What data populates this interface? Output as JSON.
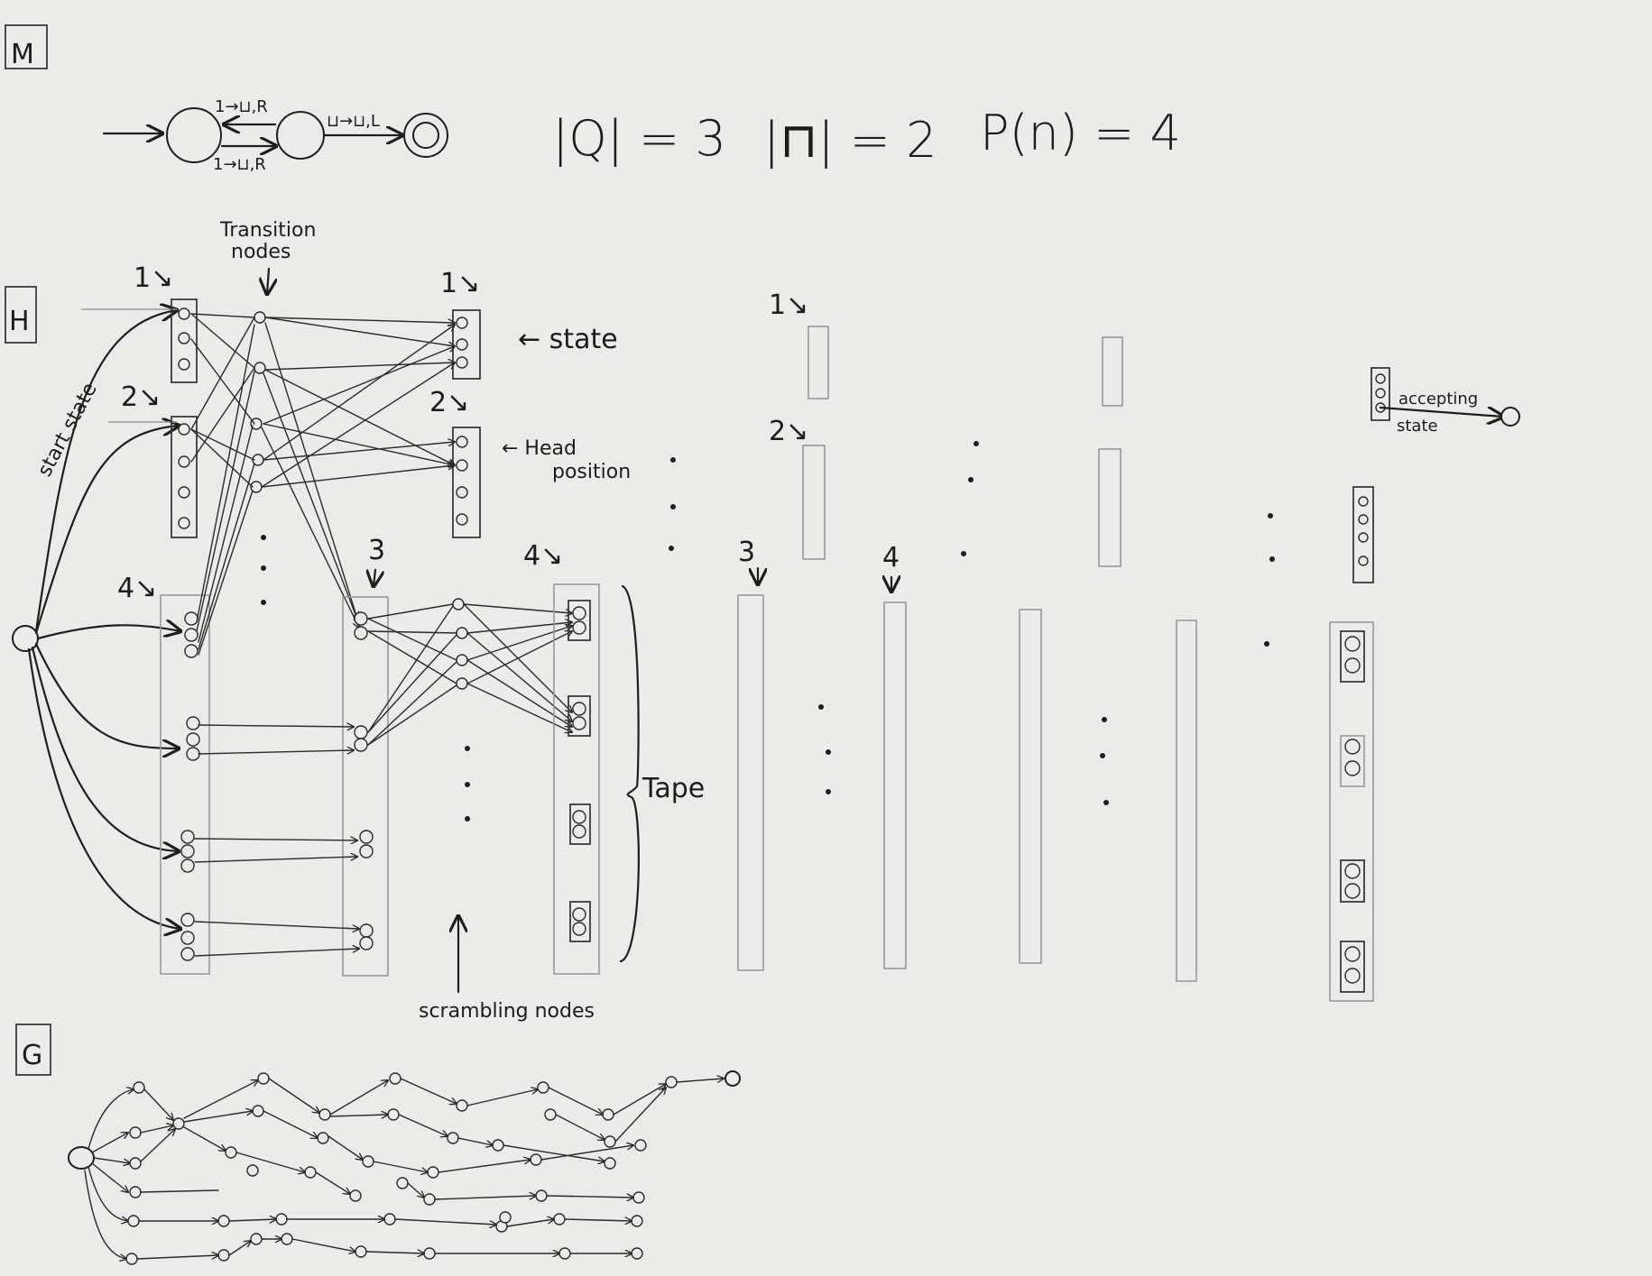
{
  "section_labels": {
    "m": "M",
    "h": "H",
    "g": "G"
  },
  "machine": {
    "edge_top": "1→⊔,R",
    "edge_bottom": "1→⊔,R",
    "edge_accept": "⊔→⊔,L"
  },
  "params": {
    "q": "|Q| = 3",
    "gamma": "|⊓| = 2",
    "p": "P(n) = 4"
  },
  "labels": {
    "transition_nodes_1": "Transition",
    "transition_nodes_2": "nodes",
    "start_state": "start state",
    "state": "← state",
    "head_position_1": "← Head",
    "head_position_2": "position",
    "tape": "Tape",
    "scrambling_nodes": "scrambling nodes",
    "accepting_state_1": "accepting",
    "accepting_state_2": "state"
  },
  "index_labels": {
    "c1_1": "1↘",
    "c1_2": "2↘",
    "c1_4": "4↘",
    "c2_1": "1↘",
    "c2_2": "2↘",
    "c2_3": "3",
    "c2_4": "4↘",
    "c3_1": "1↘",
    "c3_2": "2↘",
    "c3_3": "3",
    "c3_4": "4"
  },
  "colors": {
    "paper": "#ecebe8",
    "ink": "#1e1e1e",
    "pencil": "#9a9a9a"
  }
}
